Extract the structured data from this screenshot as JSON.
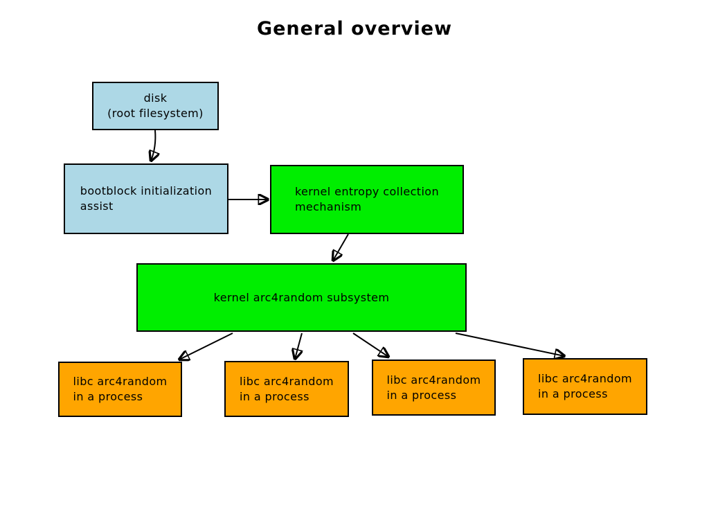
{
  "title": "General overview",
  "colors": {
    "disk_fill": "#add8e6",
    "kernel_fill": "#00ee00",
    "libc_fill": "#ffa500",
    "border": "#000000",
    "background": "#ffffff"
  },
  "nodes": {
    "disk": {
      "line1": "disk",
      "line2": "(root filesystem)",
      "fill": "#add8e6"
    },
    "bootblock": {
      "line1": "bootblock initialization",
      "line2": "assist",
      "fill": "#add8e6"
    },
    "entropy": {
      "line1": "kernel entropy collection",
      "line2": "mechanism",
      "fill": "#00ee00"
    },
    "subsystem": {
      "line1": "kernel arc4random subsystem",
      "fill": "#00ee00"
    },
    "libc1": {
      "line1": "libc arc4random",
      "line2": "in a process",
      "fill": "#ffa500"
    },
    "libc2": {
      "line1": "libc arc4random",
      "line2": "in a process",
      "fill": "#ffa500"
    },
    "libc3": {
      "line1": "libc arc4random",
      "line2": "in a process",
      "fill": "#ffa500"
    },
    "libc4": {
      "line1": "libc arc4random",
      "line2": "in a process",
      "fill": "#ffa500"
    }
  },
  "edges": [
    {
      "from": "disk",
      "to": "bootblock"
    },
    {
      "from": "bootblock",
      "to": "entropy"
    },
    {
      "from": "entropy",
      "to": "subsystem"
    },
    {
      "from": "subsystem",
      "to": "libc1"
    },
    {
      "from": "subsystem",
      "to": "libc2"
    },
    {
      "from": "subsystem",
      "to": "libc3"
    },
    {
      "from": "subsystem",
      "to": "libc4"
    }
  ]
}
